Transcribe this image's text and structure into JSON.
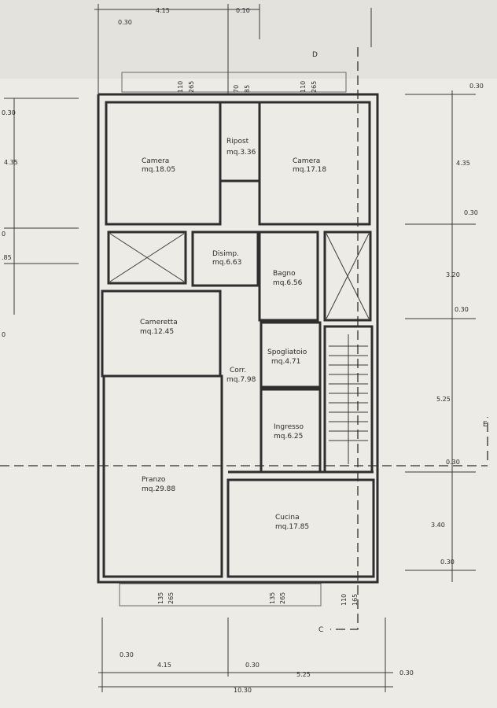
{
  "rooms": {
    "camera_left": {
      "name": "Camera",
      "area": "mq.18.05"
    },
    "ripost": {
      "name": "Ripost",
      "area": "mq.3.36"
    },
    "camera_right": {
      "name": "Camera",
      "area": "mq.17.18"
    },
    "disimp": {
      "name": "Disimp.",
      "area": "mq.6.63"
    },
    "bagno": {
      "name": "Bagno",
      "area": "mq.6.56"
    },
    "cameretta": {
      "name": "Cameretta",
      "area": "mq.12.45"
    },
    "corr": {
      "name": "Corr.",
      "area": "mq.7.98"
    },
    "spogliatoio": {
      "name": "Spogliatoio",
      "area": "mq.4.71"
    },
    "ingresso": {
      "name": "Ingresso",
      "area": "mq.6.25"
    },
    "pranzo": {
      "name": "Pranzo",
      "area": "mq.29.88"
    },
    "cucina": {
      "name": "Cucina",
      "area": "mq.17.85"
    }
  },
  "dimensions": {
    "top_left_margin": "0.30",
    "top_left_width": "4.15",
    "top_mid": "0.10",
    "window_top": [
      "110",
      "265",
      "70",
      "85",
      "110",
      "265"
    ],
    "left_side": [
      "0.30",
      "4.35",
      "0",
      ".85",
      "0"
    ],
    "right_side": [
      "0.30",
      "4.35",
      "0.30",
      "3.20",
      "0.30",
      "5.25",
      "0.30",
      "3.40",
      "0.30"
    ],
    "window_bottom": [
      "135",
      "265",
      "135",
      "265",
      "110",
      "165"
    ],
    "bottom_row1": [
      "0.30",
      "4.15",
      "0.30",
      "5.25",
      "0.30"
    ],
    "bottom_total": "10.30"
  },
  "section_labels": {
    "top": "D",
    "bottom": "C",
    "right": "E"
  },
  "colors": {
    "paper": "#ecebe6",
    "ink": "#2e2e2e"
  }
}
